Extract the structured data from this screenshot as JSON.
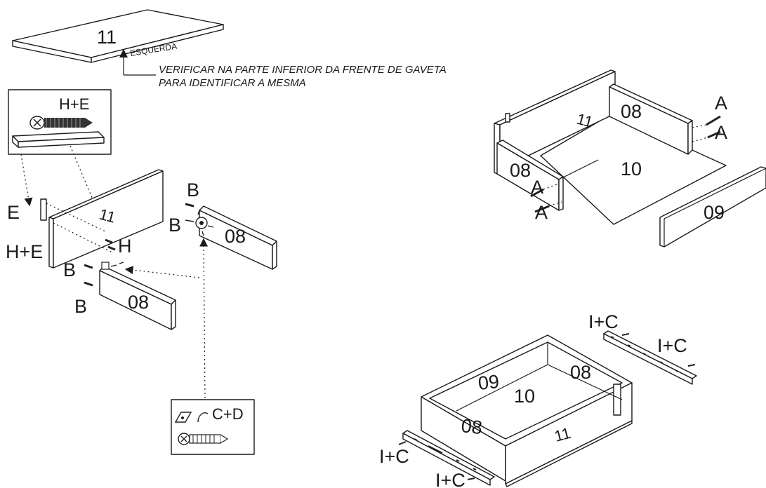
{
  "labels": {
    "part_11": "11",
    "part_08": "08",
    "part_09": "09",
    "part_10": "10",
    "esquerda": "ESQUERDA",
    "note_line1": "VERIFICAR NA PARTE INFERIOR DA FRENTE DE GAVETA",
    "note_line2": "PARA IDENTIFICAR A MESMA",
    "he": "H+E",
    "e": "E",
    "h": "H",
    "b": "B",
    "a": "A",
    "cd": "C+D",
    "ic": "I+C"
  },
  "icons": {
    "screw": "screw-icon",
    "dowel": "dowel-icon",
    "cam_bracket": "cam-bracket-icon",
    "arrow": "arrow-icon"
  }
}
